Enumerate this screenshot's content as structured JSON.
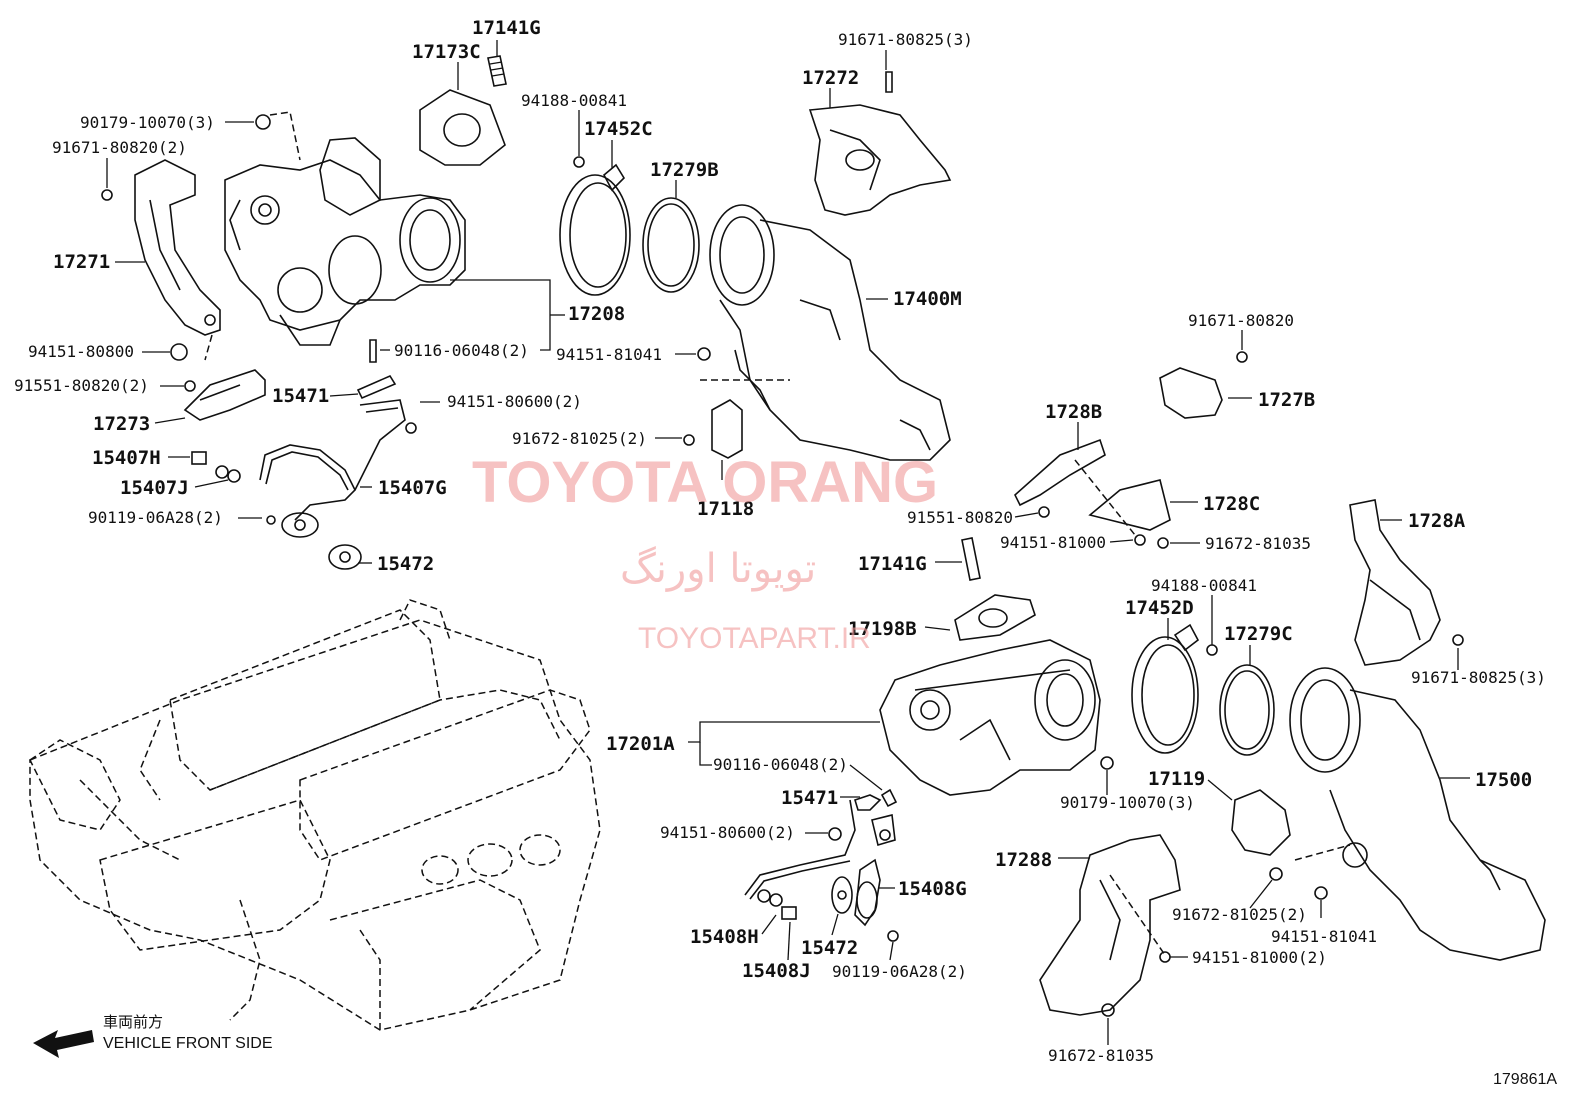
{
  "colors": {
    "line": "#111111",
    "watermark": "#f19a9a",
    "background": "#ffffff"
  },
  "watermark": {
    "title": "TOYOTA ORANG",
    "persian": "تویوتا اورنگ",
    "site": "TOYOTAPART.IR"
  },
  "orientation": {
    "japanese": "車両前方",
    "english": "VEHICLE FRONT SIDE",
    "icon": "arrow-left-icon"
  },
  "diagram_code": "179861A",
  "labels": [
    "17141G",
    "17173C",
    "90179-10070(3)",
    "91671-80820(2)",
    "17271",
    "94151-80800",
    "91551-80820(2)",
    "17273",
    "17208",
    "90116-06048(2)",
    "15471",
    "94151-80600(2)",
    "15407H",
    "15407J",
    "15407G",
    "90119-06A28(2)",
    "15472",
    "94188-00841",
    "17452C",
    "17279B",
    "91671-80825(3)",
    "17272",
    "17400M",
    "94151-81041",
    "91672-81025(2)",
    "17118",
    "91671-80820",
    "1727B",
    "1728B",
    "1728C",
    "91551-80820",
    "94151-81000",
    "91672-81035",
    "1728A",
    "17141G",
    "94188-00841",
    "17452D",
    "17279C",
    "17198B",
    "91671-80825(3)",
    "17201A",
    "90116-06048(2)",
    "17500",
    "90179-10070(3)",
    "15471",
    "17119",
    "94151-80600(2)",
    "17288",
    "15408G",
    "91672-81025(2)",
    "15408H",
    "15472",
    "94151-81041",
    "15408J",
    "90119-06A28(2)",
    "94151-81000(2)",
    "91672-81035"
  ]
}
